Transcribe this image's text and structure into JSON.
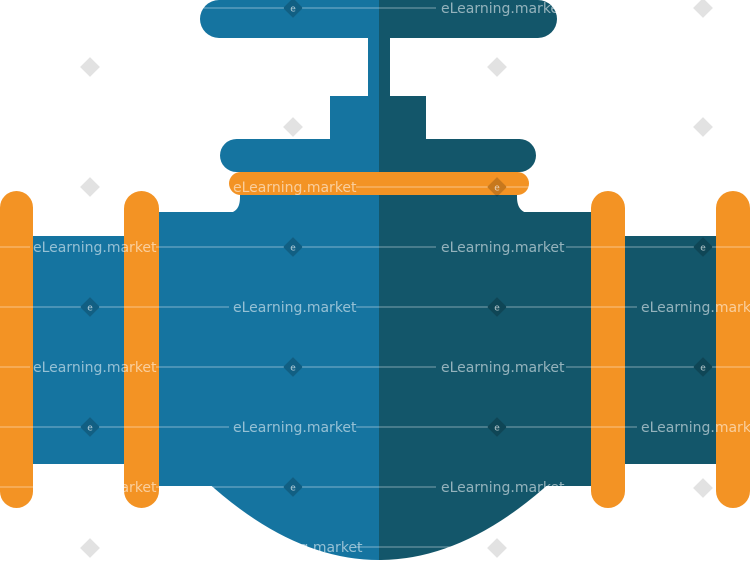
{
  "colors": {
    "blue_light": "#1574A0",
    "blue_dark": "#13566A",
    "orange": "#F39324",
    "background": "#FFFFFF",
    "watermark_diamond": "#E2E2E2"
  },
  "illustration": {
    "subject": "pipe-valve"
  },
  "watermark": {
    "text": "eLearning.market",
    "logo_letter": "e"
  }
}
